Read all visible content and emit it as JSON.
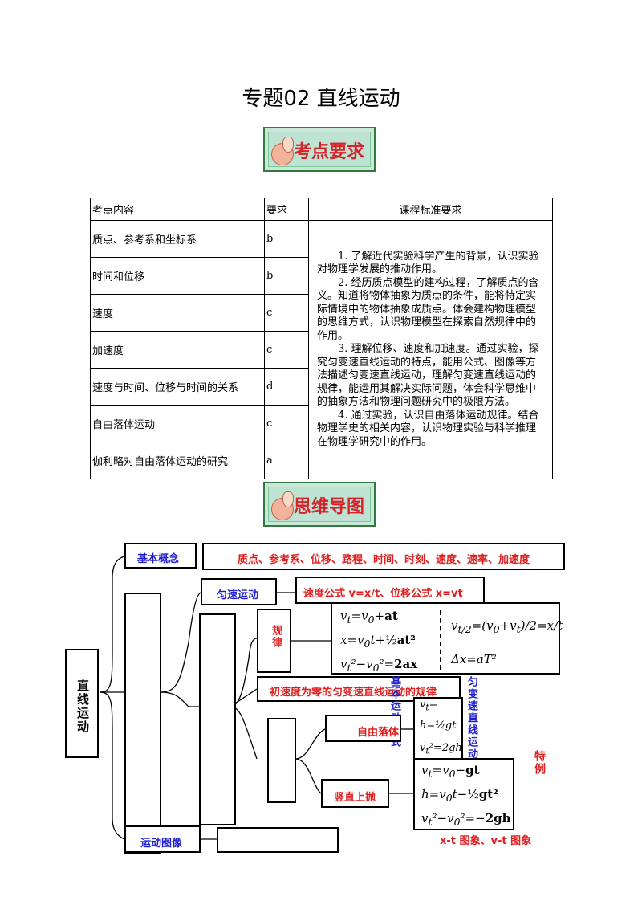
{
  "title": "专题02 直线运动",
  "banners": {
    "requirements": "考点要求",
    "mindmap": "思维导图"
  },
  "table": {
    "headers": [
      "考点内容",
      "要求",
      "课程标准要求"
    ],
    "rows": [
      {
        "content": "质点、参考系和坐标系",
        "level": "b"
      },
      {
        "content": "时间和位移",
        "level": "b"
      },
      {
        "content": "速度",
        "level": "c"
      },
      {
        "content": "加速度",
        "level": "c"
      },
      {
        "content": "速度与时间、位移与时间的关系",
        "level": "d"
      },
      {
        "content": "自由落体运动",
        "level": "c"
      },
      {
        "content": "伽利略对自由落体运动的研究",
        "level": "a"
      }
    ],
    "standards": [
      "1. 了解近代实验科学产生的背景，认识实验对物理学发展的推动作用。",
      "2. 经历质点模型的建构过程，了解质点的含义。知道将物体抽象为质点的条件，能将特定实际情境中的物体抽象成质点。体会建构物理模型的思维方式，认识物理模型在探索自然规律中的作用。",
      "3. 理解位移、速度和加速度。通过实验，探究匀变速直线运动的特点，能用公式、图像等方法描述匀变速直线运动，理解匀变速直线运动的规律，能运用其解决实际问题，体会科学思维中的抽象方法和物理问题研究中的极限方法。",
      "4. 通过实验，认识自由落体运动规律。结合物理学史的相关内容，认识物理实验与科学推理在物理学研究中的作用。"
    ]
  },
  "mindmap": {
    "root": "直线运动",
    "basic_concepts": "基本概念",
    "basic_concepts_list": "质点、参考系、位移、路程、时间、时刻、速度、速率、加速度",
    "uniform_motion": "匀速运动",
    "uniform_formula": "速度公式 v=x/t、位移公式 x=vt",
    "law": "规律",
    "zero_start": "初速度为零的匀变速直线运动的规律",
    "basic_motion_form": "基本运动形式",
    "uniform_accel": "匀变速直线运动",
    "free_fall": "自由落体",
    "vertical_throw": "竖直上抛",
    "special_case": "特例",
    "motion_graph": "运动图像",
    "graphs": "x-t 图象、v-t 图象"
  }
}
